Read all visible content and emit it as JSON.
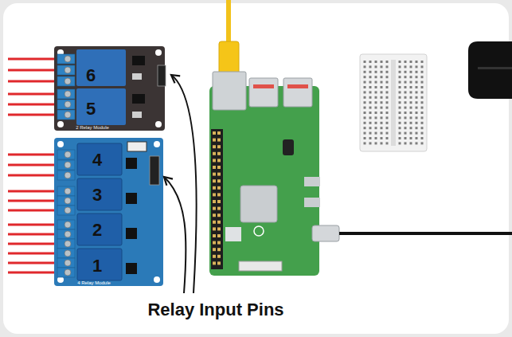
{
  "diagram": {
    "labels": [
      "6",
      "5",
      "4",
      "3",
      "2",
      "1",
      "2 Relay Module",
      "4 Relay Module",
      "Relay Input Pins"
    ]
  }
}
